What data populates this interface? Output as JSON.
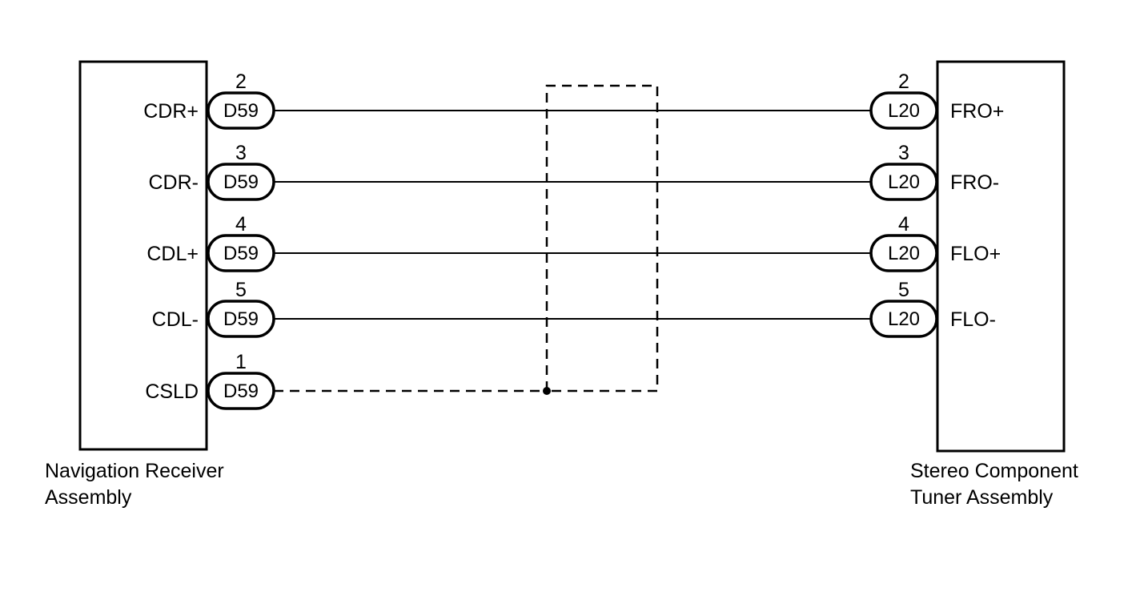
{
  "left_component": {
    "name_line1": "Navigation Receiver",
    "name_line2": "Assembly",
    "connector": "D59",
    "pins": [
      {
        "pin": "2",
        "signal": "CDR+"
      },
      {
        "pin": "3",
        "signal": "CDR-"
      },
      {
        "pin": "4",
        "signal": "CDL+"
      },
      {
        "pin": "5",
        "signal": "CDL-"
      },
      {
        "pin": "1",
        "signal": "CSLD"
      }
    ]
  },
  "right_component": {
    "name_line1": "Stereo Component",
    "name_line2": "Tuner Assembly",
    "connector": "L20",
    "pins": [
      {
        "pin": "2",
        "signal": "FRO+"
      },
      {
        "pin": "3",
        "signal": "FRO-"
      },
      {
        "pin": "4",
        "signal": "FLO+"
      },
      {
        "pin": "5",
        "signal": "FLO-"
      }
    ]
  },
  "wires": [
    {
      "from_pin": "2",
      "to_pin": "2",
      "type": "solid"
    },
    {
      "from_pin": "3",
      "to_pin": "3",
      "type": "solid"
    },
    {
      "from_pin": "4",
      "to_pin": "4",
      "type": "solid"
    },
    {
      "from_pin": "5",
      "to_pin": "5",
      "type": "solid"
    },
    {
      "from_pin": "1",
      "to_pin": "shield",
      "type": "dashed"
    }
  ]
}
